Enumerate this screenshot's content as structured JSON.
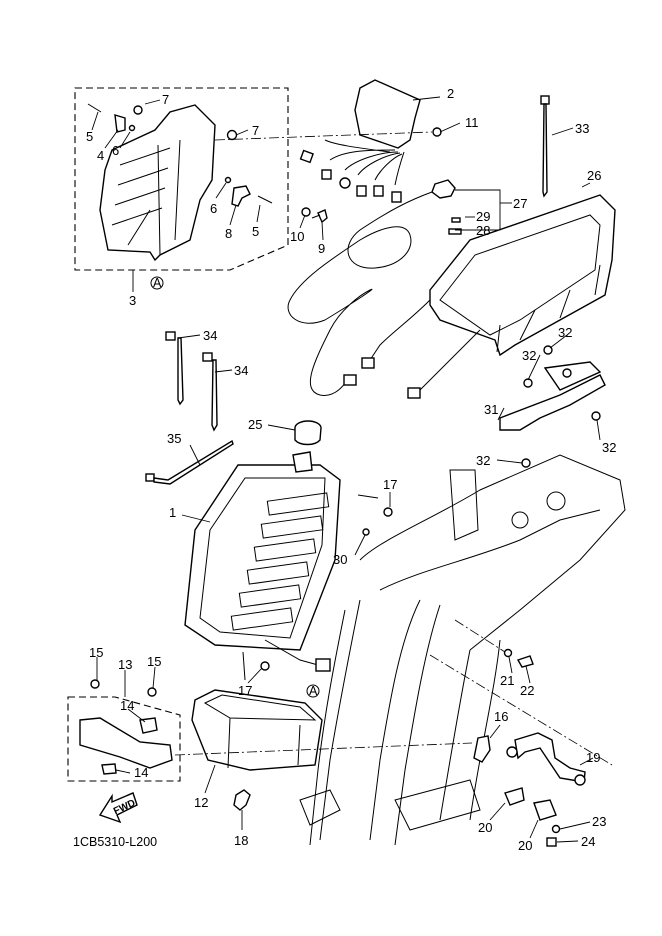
{
  "diagram": {
    "title": "Exploded parts diagram – electrical / ECU and frame",
    "reference_code": "1CB5310-L200",
    "fwd_arrow_label": "FWD",
    "connection_marker": "A",
    "callouts": [
      {
        "id": "1",
        "label": "1"
      },
      {
        "id": "2",
        "label": "2"
      },
      {
        "id": "3",
        "label": "3"
      },
      {
        "id": "4",
        "label": "4"
      },
      {
        "id": "5a",
        "label": "5"
      },
      {
        "id": "5b",
        "label": "5"
      },
      {
        "id": "6a",
        "label": "6"
      },
      {
        "id": "6b",
        "label": "6"
      },
      {
        "id": "7a",
        "label": "7"
      },
      {
        "id": "7b",
        "label": "7"
      },
      {
        "id": "8",
        "label": "8"
      },
      {
        "id": "9",
        "label": "9"
      },
      {
        "id": "10",
        "label": "10"
      },
      {
        "id": "11",
        "label": "11"
      },
      {
        "id": "12",
        "label": "12"
      },
      {
        "id": "13",
        "label": "13"
      },
      {
        "id": "14a",
        "label": "14"
      },
      {
        "id": "14b",
        "label": "14"
      },
      {
        "id": "15a",
        "label": "15"
      },
      {
        "id": "15b",
        "label": "15"
      },
      {
        "id": "16",
        "label": "16"
      },
      {
        "id": "17a",
        "label": "17"
      },
      {
        "id": "17b",
        "label": "17"
      },
      {
        "id": "18",
        "label": "18"
      },
      {
        "id": "19",
        "label": "19"
      },
      {
        "id": "20a",
        "label": "20"
      },
      {
        "id": "20b",
        "label": "20"
      },
      {
        "id": "21",
        "label": "21"
      },
      {
        "id": "22",
        "label": "22"
      },
      {
        "id": "23",
        "label": "23"
      },
      {
        "id": "24",
        "label": "24"
      },
      {
        "id": "25",
        "label": "25"
      },
      {
        "id": "26",
        "label": "26"
      },
      {
        "id": "27",
        "label": "27"
      },
      {
        "id": "28",
        "label": "28"
      },
      {
        "id": "29",
        "label": "29"
      },
      {
        "id": "30",
        "label": "30"
      },
      {
        "id": "31",
        "label": "31"
      },
      {
        "id": "32a",
        "label": "32"
      },
      {
        "id": "32b",
        "label": "32"
      },
      {
        "id": "32c",
        "label": "32"
      },
      {
        "id": "32d",
        "label": "32"
      },
      {
        "id": "33",
        "label": "33"
      },
      {
        "id": "34a",
        "label": "34"
      },
      {
        "id": "34b",
        "label": "34"
      },
      {
        "id": "35",
        "label": "35"
      }
    ]
  }
}
